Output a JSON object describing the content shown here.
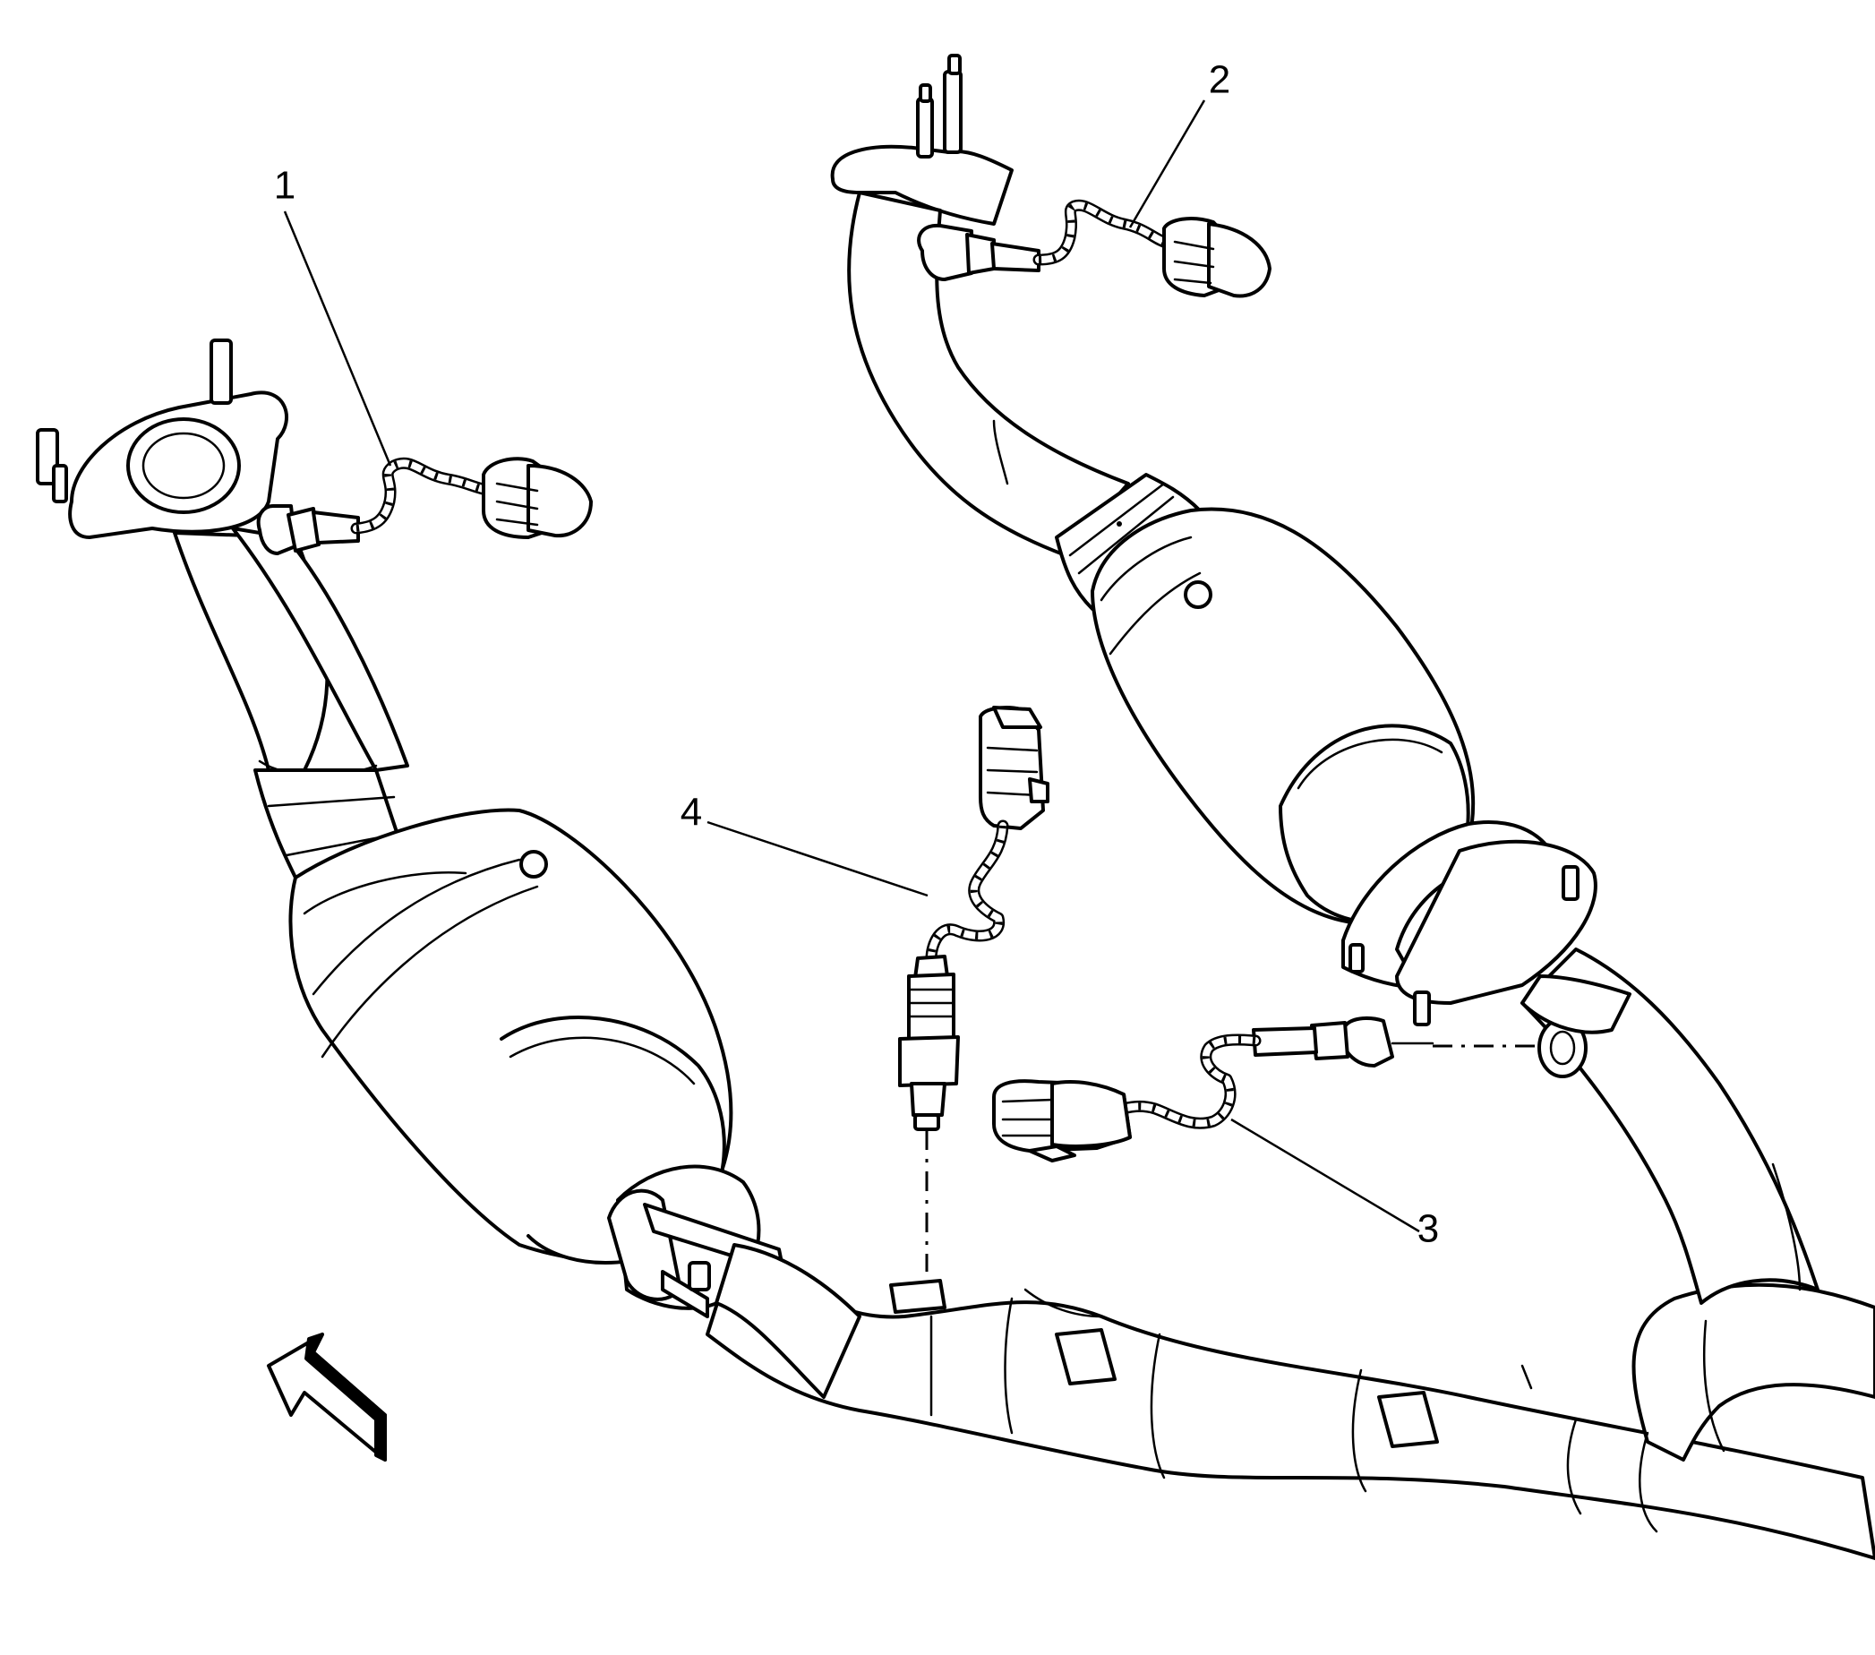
{
  "colors": {
    "line": "#000000",
    "background": "#ffffff"
  },
  "callouts": [
    {
      "id": "1",
      "label": "1"
    },
    {
      "id": "2",
      "label": "2"
    },
    {
      "id": "3",
      "label": "3"
    },
    {
      "id": "4",
      "label": "4"
    }
  ],
  "icons": {
    "direction_arrow": "front-direction-arrow-icon"
  }
}
